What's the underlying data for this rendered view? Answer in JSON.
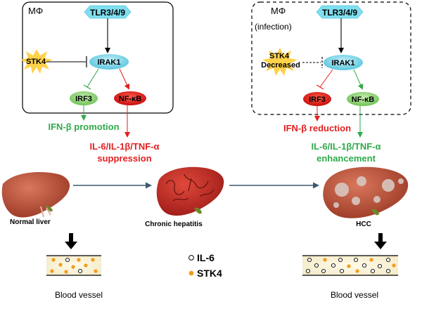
{
  "colors": {
    "tlr": "#7fdff0",
    "irak": "#7fd6ea",
    "irf3_left": "#8fd36f",
    "nfkb_left": "#e21f1f",
    "irf3_right": "#e21f1f",
    "nfkb_right": "#8fd36f",
    "green_text": "#2faa4a",
    "red_text": "#e21f1f",
    "stk4_burst": "#ffd24a",
    "il6_dot": "#ffffff",
    "stk4_dot": "#f39c1c",
    "liver": "#c2543a"
  },
  "left_panel": {
    "title": "MΦ",
    "tlr": "TLR3/4/9",
    "irak": "IRAK1",
    "stk4": "STK4",
    "irf3": "IRF3",
    "nfkb": "NF-κB",
    "out_green": "IFN-β promotion",
    "out_red_line1": "IL-6/IL-1β/TNF-α",
    "out_red_line2": "suppression"
  },
  "right_panel": {
    "title_line1": "MΦ",
    "title_line2": "(infection)",
    "tlr": "TLR3/4/9",
    "irak": "IRAK1",
    "stk4_line1": "STK4",
    "stk4_line2": "Decreased",
    "irf3": "IRF3",
    "nfkb": "NF-κB",
    "out_red": "IFN-β reduction",
    "out_green_line1": "IL-6/IL-1β/TNF-α",
    "out_green_line2": "enhancement"
  },
  "stages": {
    "normal": "Normal liver",
    "chronic": "Chronic hepatitis",
    "hcc": "HCC"
  },
  "legend": {
    "il6": "IL-6",
    "stk4": "STK4"
  },
  "vessels": {
    "left_label": "Blood vessel",
    "right_label": "Blood vessel"
  }
}
